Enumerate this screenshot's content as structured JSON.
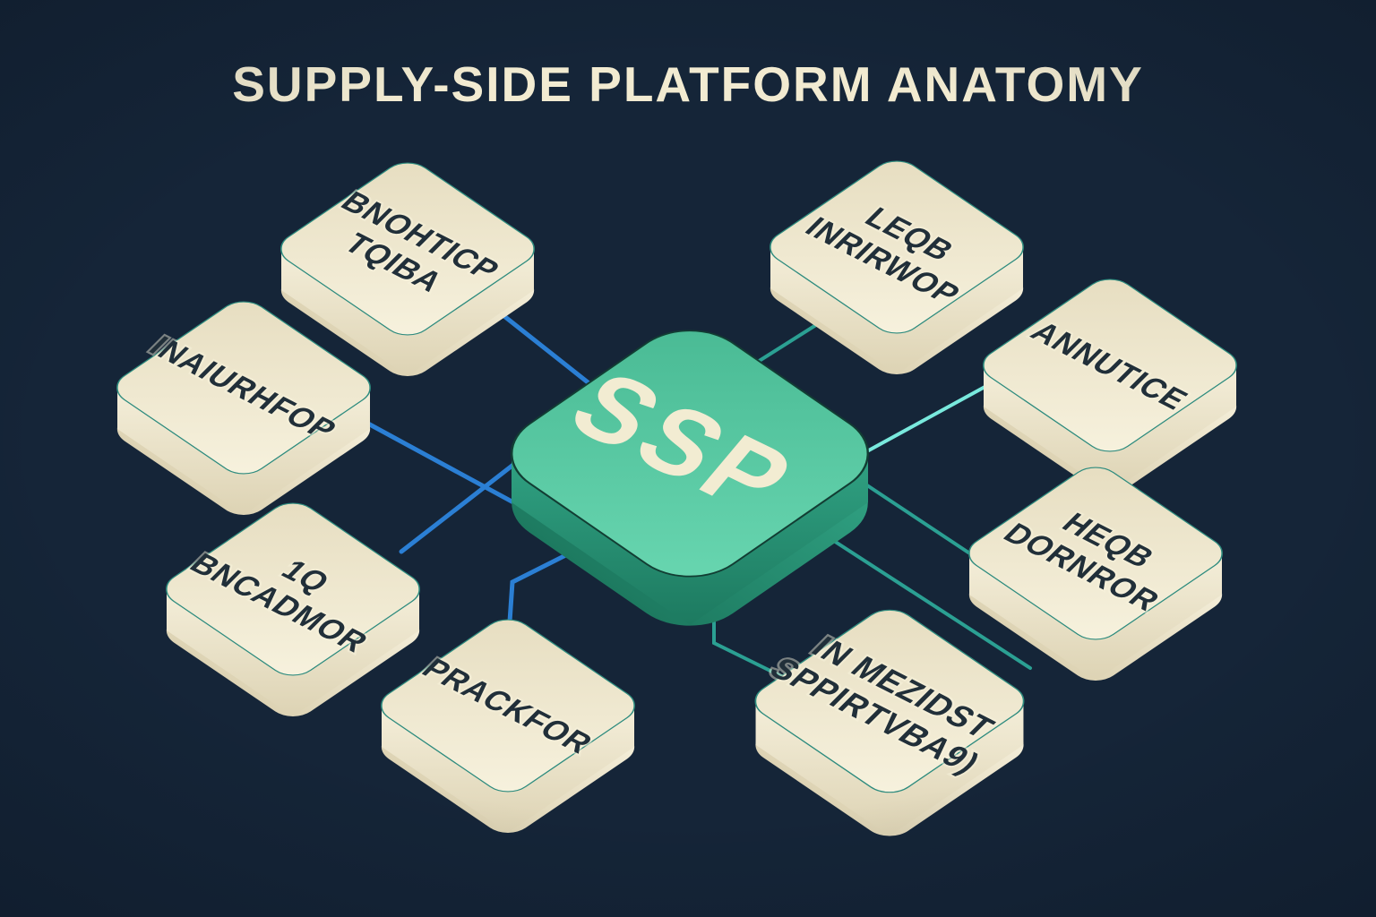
{
  "title": "SUPPLY-SIDE PLATFORM ANATOMY",
  "center": {
    "label": "SSP"
  },
  "nodes": [
    {
      "id": "bnohticp-tqiba",
      "lines": [
        "BNOHTICP",
        "TQIBA"
      ]
    },
    {
      "id": "inaiurhfop",
      "lines": [
        "INAIURHFOP"
      ]
    },
    {
      "id": "1q-bncadmor",
      "lines": [
        "1Q",
        "BNCADMOR"
      ]
    },
    {
      "id": "prackfor",
      "lines": [
        "PRACKFOR"
      ]
    },
    {
      "id": "leqb-inrirwop",
      "lines": [
        "LEQB",
        "INRIRWOP"
      ]
    },
    {
      "id": "annutice",
      "lines": [
        "ANNUTICE"
      ]
    },
    {
      "id": "heqb-dornror",
      "lines": [
        "HEQB",
        "DORNROR"
      ]
    },
    {
      "id": "in-mezidst-sppirtvba9",
      "lines": [
        "IN MEZIDST",
        "SPPIRTVBA9)"
      ]
    }
  ],
  "colors": {
    "background": "#152538",
    "box_fill": "#efe8cd",
    "box_edge": "#2d8b7e",
    "ssp_fill": "#56c5a2",
    "blue_line": "#2b7fd4",
    "teal_line": "#2ba093",
    "cyan_line": "#79e9dd",
    "title_text": "#f2ebd1",
    "label_text": "#212f39"
  }
}
